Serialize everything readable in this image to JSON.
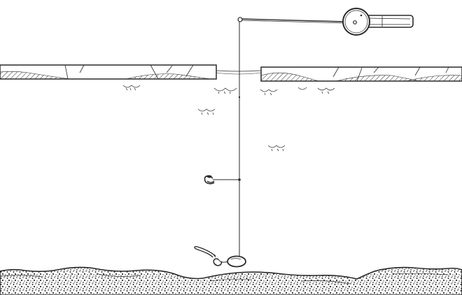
{
  "diagram": {
    "kind": "ice-fishing-rig",
    "components": [
      {
        "name": "fishing-rod",
        "icon": "ice-fishing-rod-icon"
      },
      {
        "name": "reel",
        "icon": "reel-icon"
      },
      {
        "name": "ice-layer",
        "icon": "ice-sheet-icon"
      },
      {
        "name": "ice-hole",
        "icon": "hole-icon"
      },
      {
        "name": "fishing-line",
        "icon": "line-icon"
      },
      {
        "name": "dropper-hook-with-bait",
        "icon": "hook-icon"
      },
      {
        "name": "sinker",
        "icon": "sinker-icon"
      },
      {
        "name": "bottom-hook-with-worm",
        "icon": "worm-icon"
      },
      {
        "name": "seabed",
        "icon": "seabed-icon"
      }
    ],
    "colors": {
      "ink": "#2a2a2a",
      "background": "#ffffff"
    }
  }
}
